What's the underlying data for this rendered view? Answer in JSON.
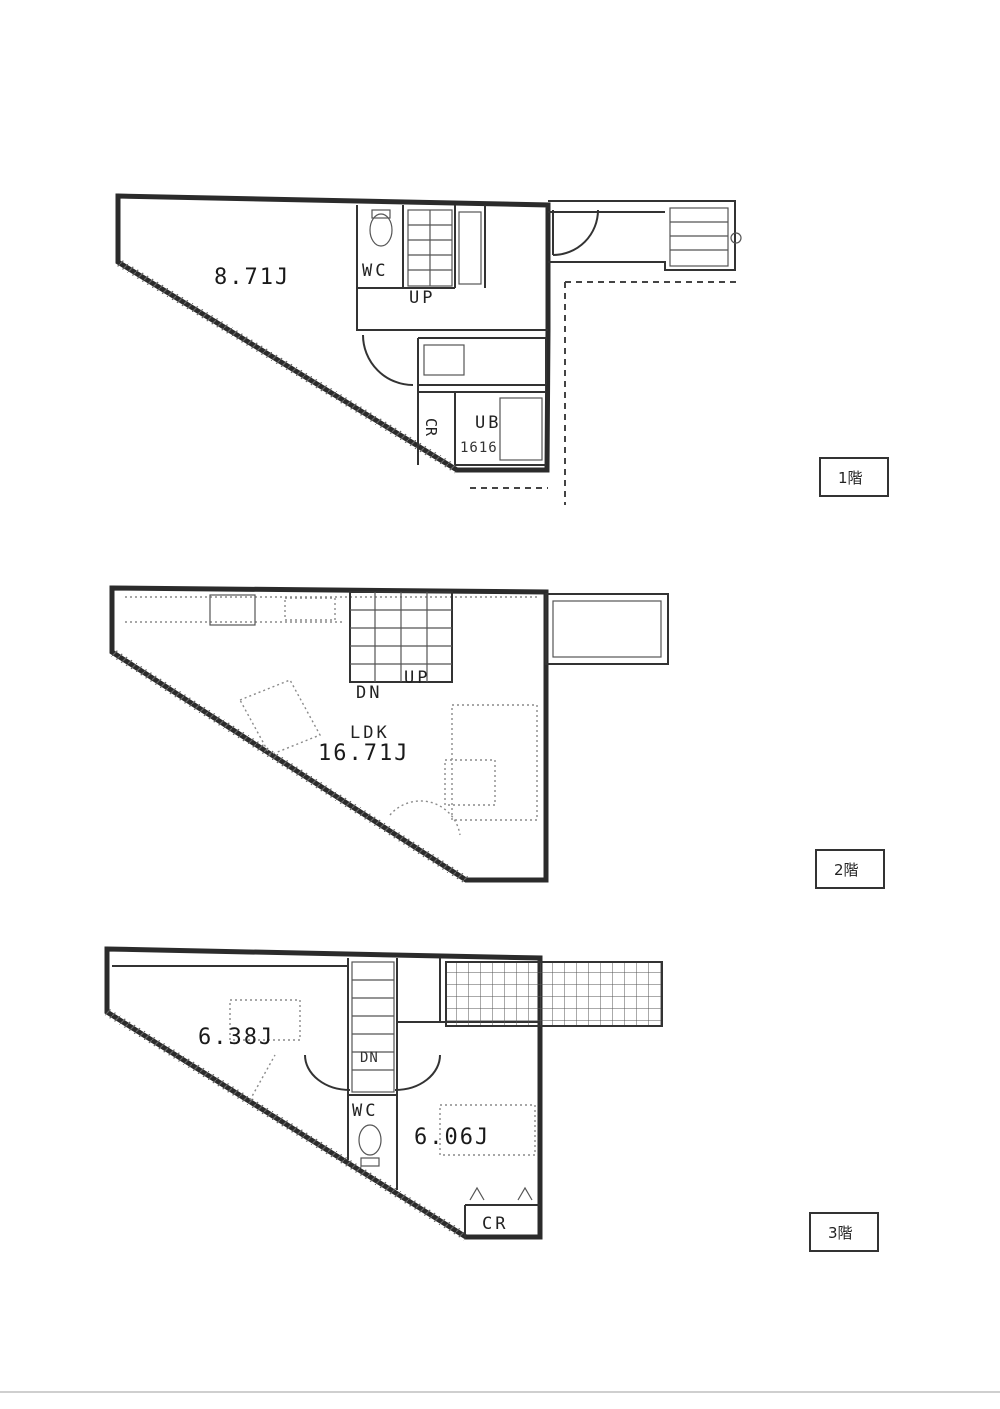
{
  "floors": [
    {
      "tag": "1階",
      "rooms": {
        "bedroom_area": "8.71J",
        "wc": "WC",
        "up": "UP",
        "cr": "CR",
        "ub": "UB",
        "ub_size": "1616"
      }
    },
    {
      "tag": "2階",
      "rooms": {
        "ldk": "LDK",
        "ldk_area": "16.71J",
        "dn": "DN",
        "up": "UP"
      }
    },
    {
      "tag": "3階",
      "rooms": {
        "room_a_area": "6.38J",
        "room_b_area": "6.06J",
        "wc": "WC",
        "cr": "CR",
        "dn": "DN"
      }
    }
  ]
}
